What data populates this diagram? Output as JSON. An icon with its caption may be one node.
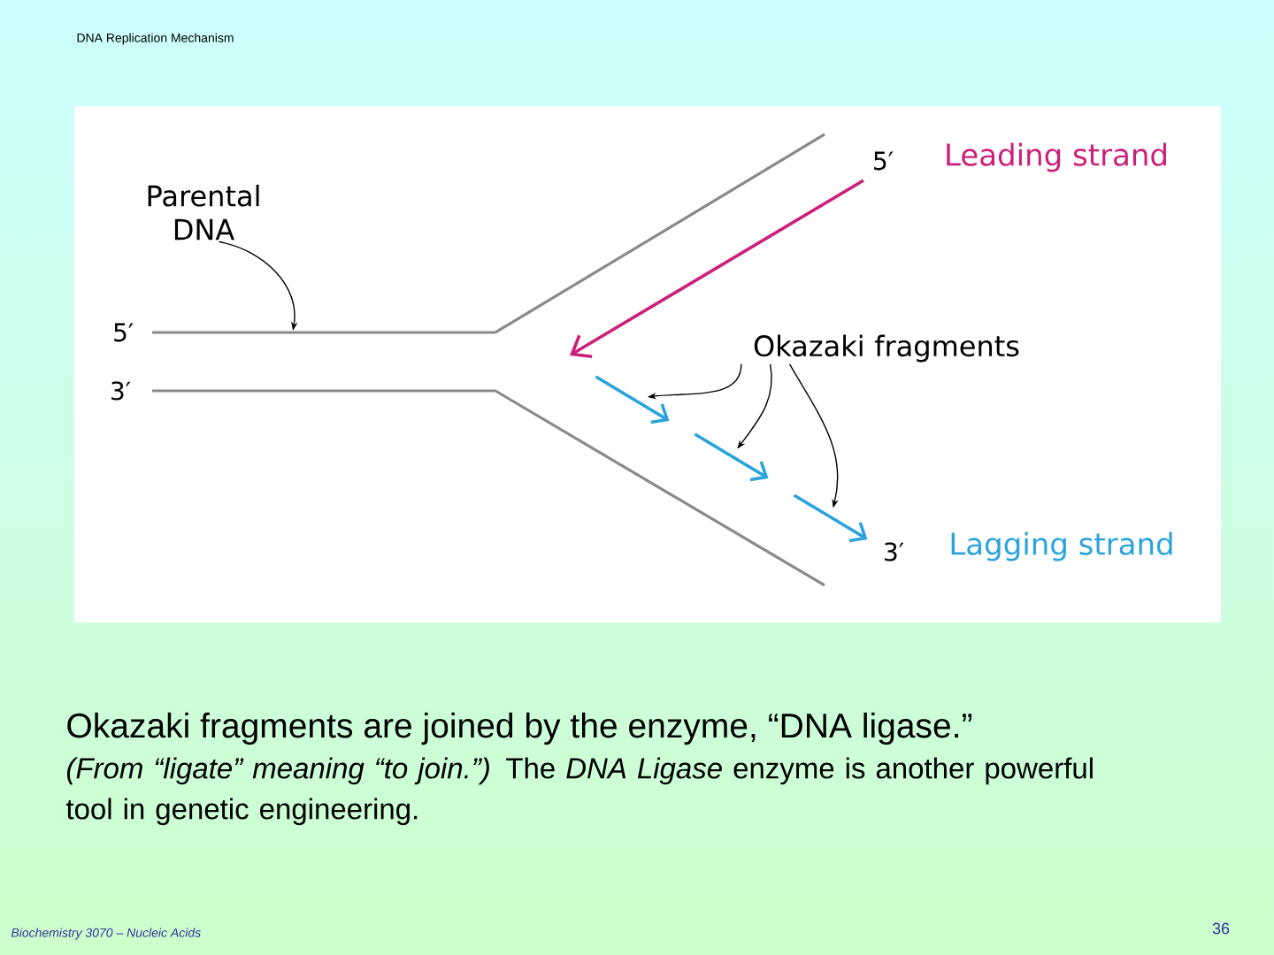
{
  "diagram": {
    "title": "DNA Replication Mechanism",
    "nodes": [
      {
        "text": [
          "Parental DNA"
        ]
      },
      {
        "text": [
          "Okazaki fragments"
        ]
      },
      {
        "text": [],
        "shape": "line",
        "beside": [
          "5′"
        ]
      },
      {
        "text": [],
        "shape": "arrow"
      },
      {
        "text": [],
        "shape": "arrow"
      },
      {
        "text": [],
        "shape": "arrow"
      }
    ],
    "edges": [
      {
        "from": 0,
        "to": 2,
        "arrow": "to"
      },
      {
        "from": 1,
        "to": 3,
        "arrow": "to"
      },
      {
        "from": 1,
        "to": 4,
        "arrow": "to"
      },
      {
        "from": 1,
        "to": 5,
        "arrow": "to"
      }
    ],
    "labels": [
      "5′",
      "Leading strand",
      "3′",
      "3′",
      "Lagging strand",
      "Okazaki fragments are joined by the enzyme, “DNA ligase.”",
      "*(From “ligate” meaning “to join.”)* The *DNA Ligase* enzyme is another powerful tool in genetic engineering.",
      "Biochemistry 3070 – Nucleic Acids",
      "36"
    ]
  }
}
